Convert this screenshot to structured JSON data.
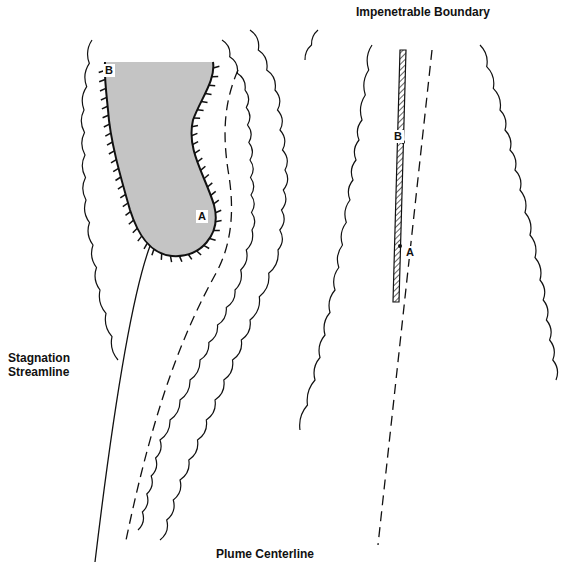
{
  "diagram": {
    "labels": [
      "Impenetrable Boundary",
      "B",
      "A",
      "Stagnation Streamline",
      "Plume Centerline",
      "B",
      "A"
    ]
  }
}
